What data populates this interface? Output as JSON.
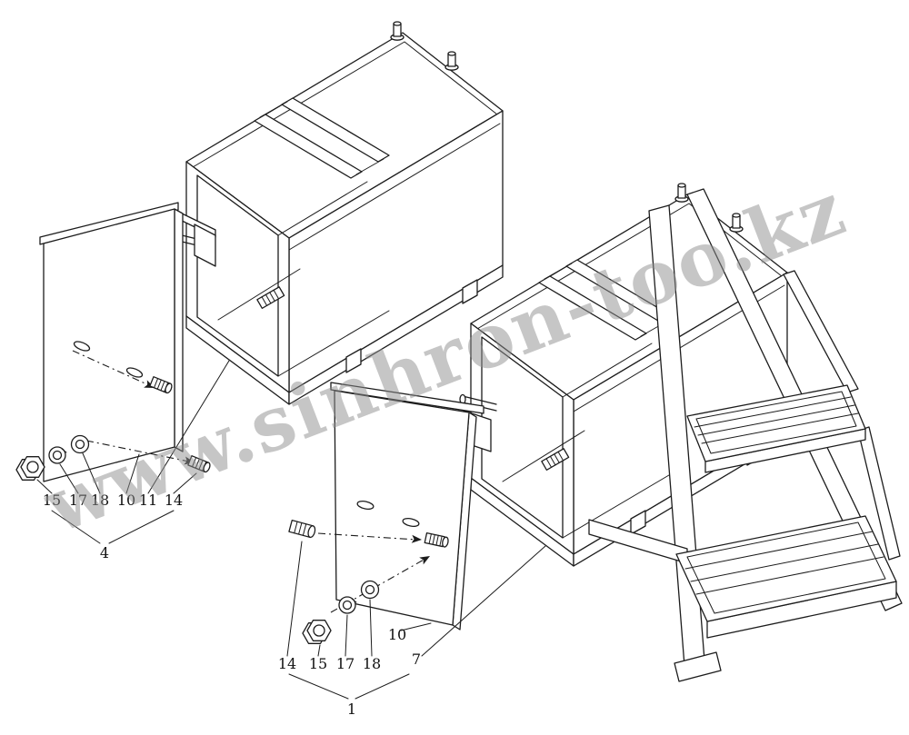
{
  "page": {
    "background": "#ffffff",
    "line_color": "#1c1c1c"
  },
  "watermark": {
    "text": "www.sinhron-too.kz",
    "color": "#8f8f8f"
  },
  "callouts": {
    "left_group": {
      "parts": [
        "15",
        "17",
        "18",
        "10",
        "11",
        "14"
      ],
      "assembly": "4"
    },
    "middle_group": {
      "parts": [
        "14",
        "15",
        "17",
        "18"
      ],
      "part_10": "10",
      "part_7": "7",
      "assembly": "1"
    }
  }
}
